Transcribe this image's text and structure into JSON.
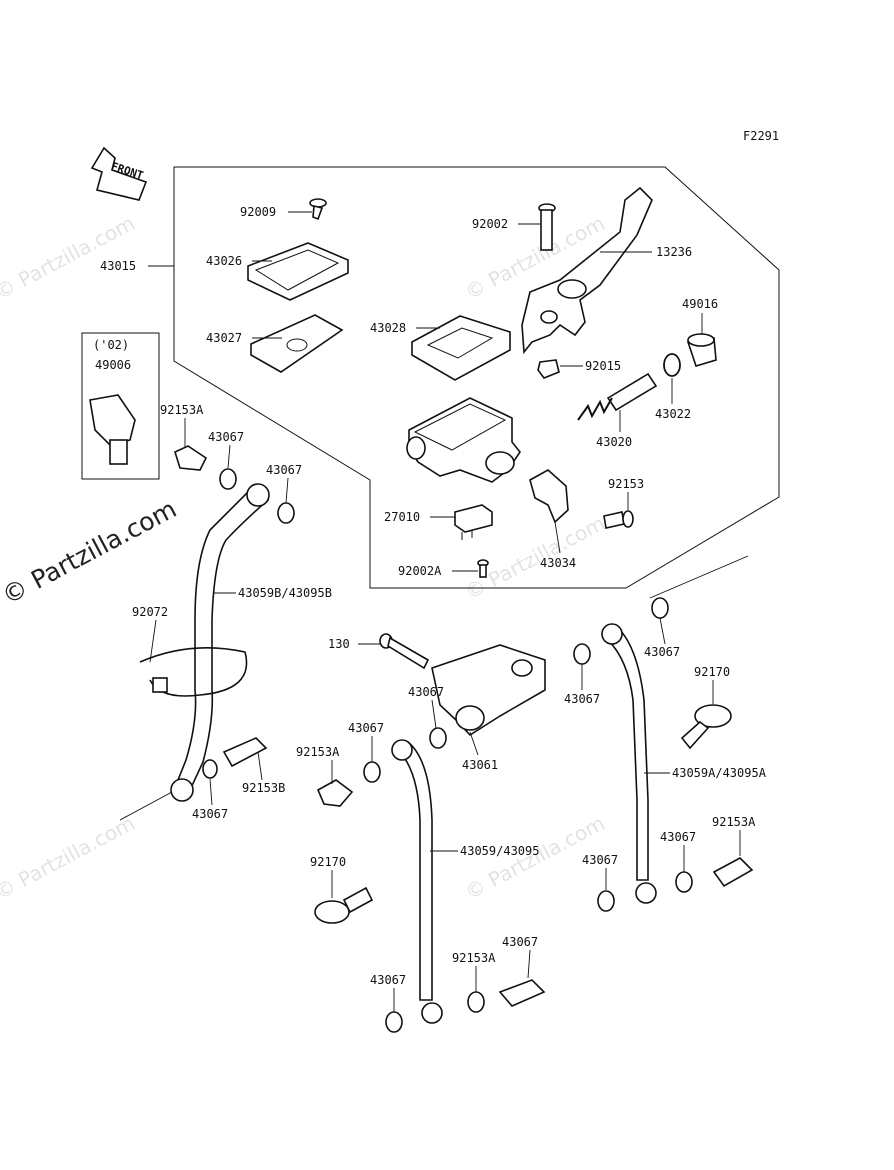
{
  "figure_code": "F2291",
  "front_label": "FRONT",
  "watermark_text": "© Partzilla.com",
  "note_label": "('02)",
  "parts": [
    {
      "id": "p-92009",
      "label": "92009"
    },
    {
      "id": "p-43026",
      "label": "43026"
    },
    {
      "id": "p-43015",
      "label": "43015"
    },
    {
      "id": "p-43027",
      "label": "43027"
    },
    {
      "id": "p-43028",
      "label": "43028"
    },
    {
      "id": "p-92002",
      "label": "92002"
    },
    {
      "id": "p-13236",
      "label": "13236"
    },
    {
      "id": "p-49016",
      "label": "49016"
    },
    {
      "id": "p-92015",
      "label": "92015"
    },
    {
      "id": "p-43022",
      "label": "43022"
    },
    {
      "id": "p-43020",
      "label": "43020"
    },
    {
      "id": "p-49006",
      "label": "49006"
    },
    {
      "id": "p-92153A-1",
      "label": "92153A"
    },
    {
      "id": "p-43067-1",
      "label": "43067"
    },
    {
      "id": "p-43067-2",
      "label": "43067"
    },
    {
      "id": "p-92153",
      "label": "92153"
    },
    {
      "id": "p-27010",
      "label": "27010"
    },
    {
      "id": "p-43034",
      "label": "43034"
    },
    {
      "id": "p-92002A",
      "label": "92002A"
    },
    {
      "id": "p-43059B",
      "label": "43059B/43095B"
    },
    {
      "id": "p-92072",
      "label": "92072"
    },
    {
      "id": "p-43067-3",
      "label": "43067"
    },
    {
      "id": "p-130",
      "label": "130"
    },
    {
      "id": "p-43067-4",
      "label": "43067"
    },
    {
      "id": "p-43067-5",
      "label": "43067"
    },
    {
      "id": "p-92170-1",
      "label": "92170"
    },
    {
      "id": "p-43067-6",
      "label": "43067"
    },
    {
      "id": "p-92153A-2",
      "label": "92153A"
    },
    {
      "id": "p-43061",
      "label": "43061"
    },
    {
      "id": "p-43059A",
      "label": "43059A/43095A"
    },
    {
      "id": "p-92153B",
      "label": "92153B"
    },
    {
      "id": "p-43067-7",
      "label": "43067"
    },
    {
      "id": "p-92153A-3",
      "label": "92153A"
    },
    {
      "id": "p-92170-2",
      "label": "92170"
    },
    {
      "id": "p-43059",
      "label": "43059/43095"
    },
    {
      "id": "p-43067-8",
      "label": "43067"
    },
    {
      "id": "p-43067-9",
      "label": "43067"
    },
    {
      "id": "p-43067-10",
      "label": "43067"
    },
    {
      "id": "p-92153A-4",
      "label": "92153A"
    },
    {
      "id": "p-43067-11",
      "label": "43067"
    }
  ]
}
